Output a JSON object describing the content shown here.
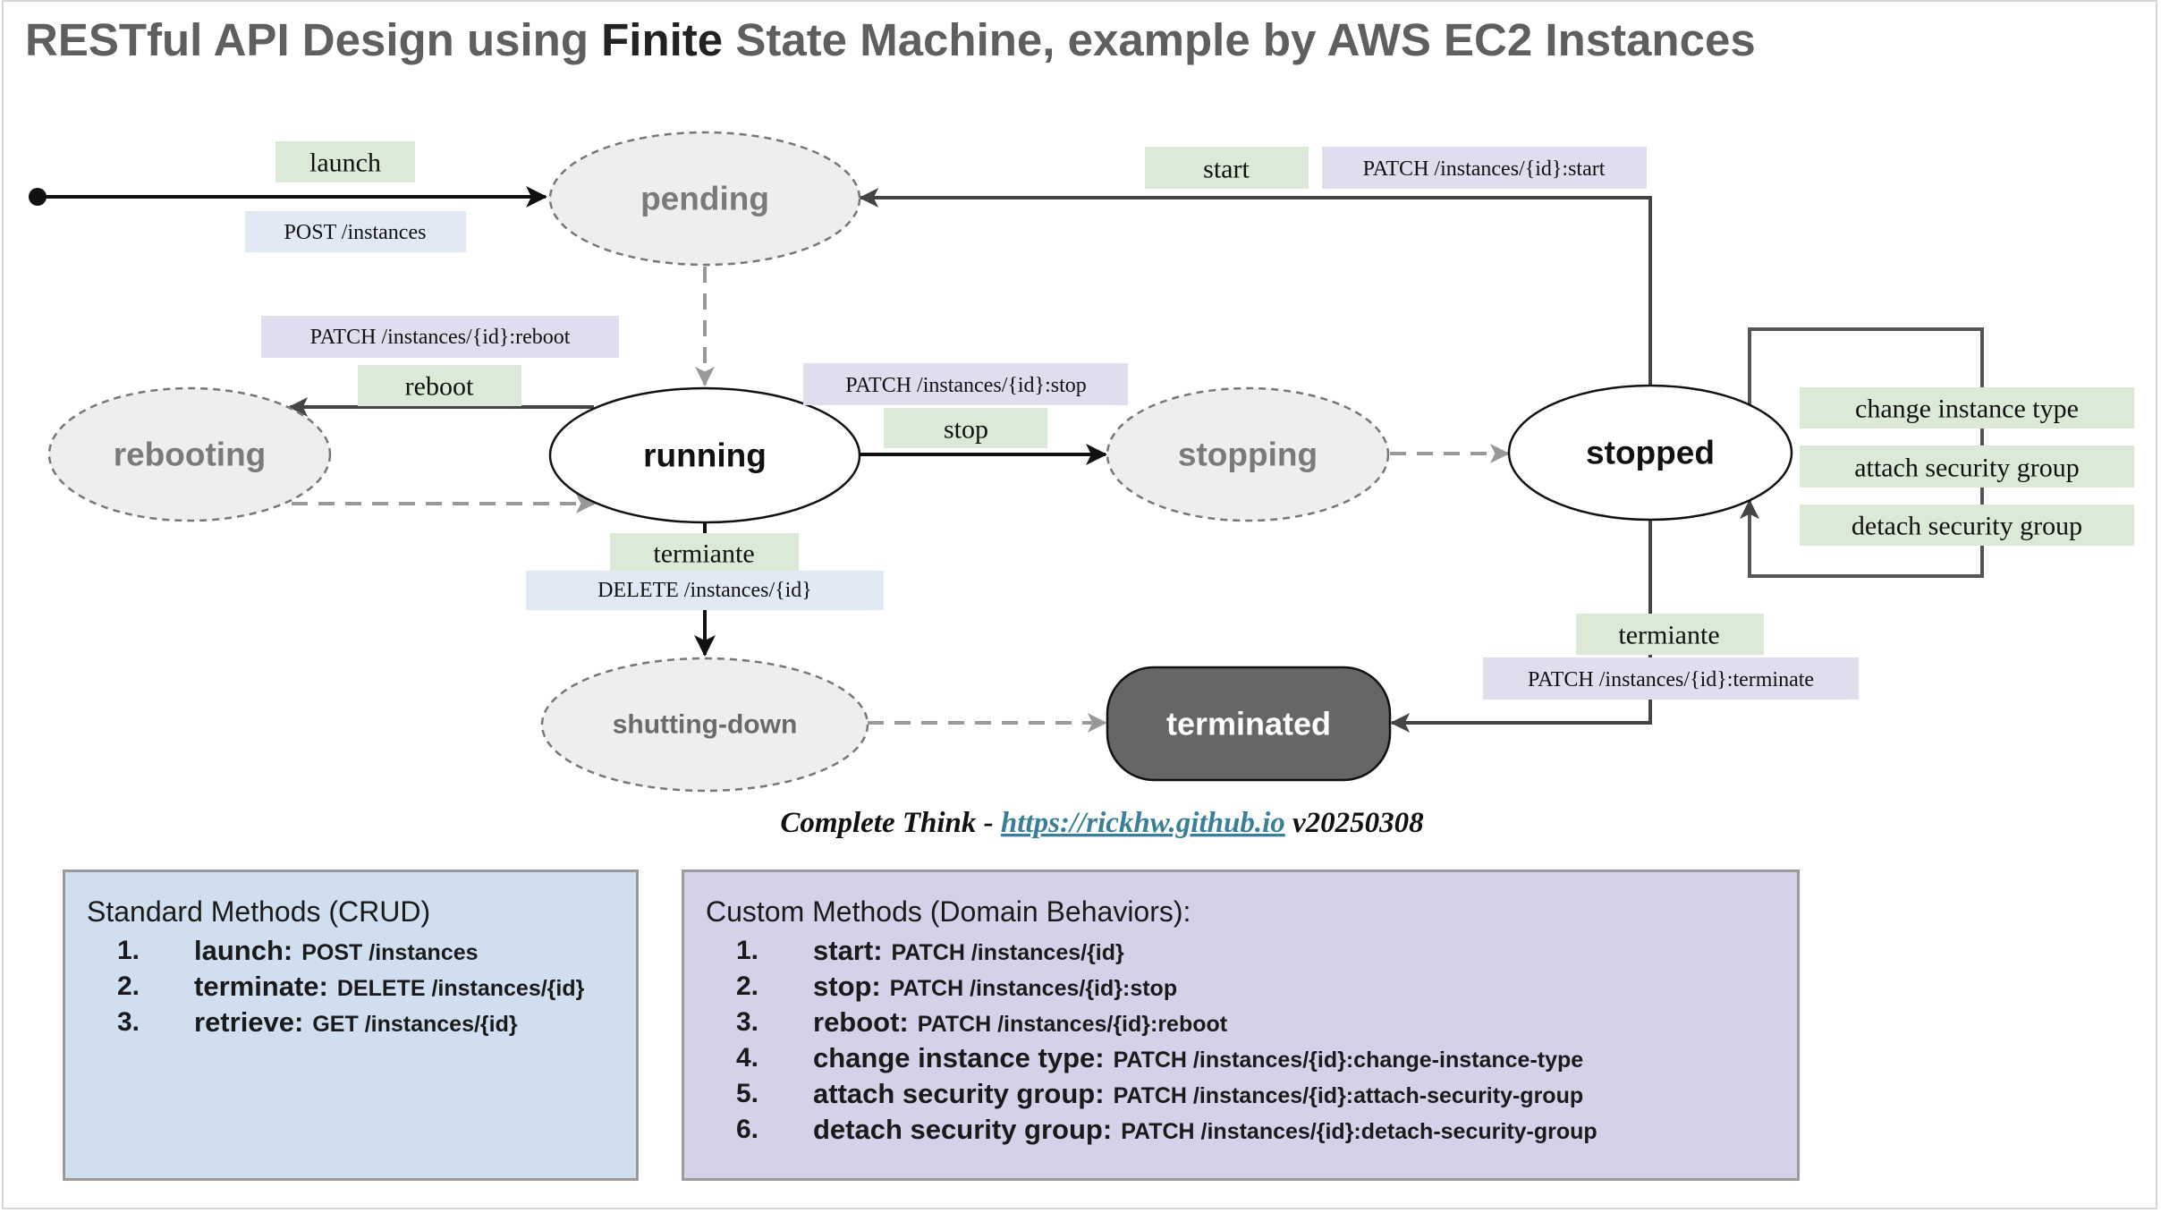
{
  "title": {
    "before": "RESTful API Design using ",
    "emphasis": "Finite",
    "after": " State Machine, example by AWS EC2 Instances"
  },
  "states": {
    "pending": "pending",
    "running": "running",
    "rebooting": "rebooting",
    "stopping": "stopping",
    "stopped": "stopped",
    "shutting_down": "shutting-down",
    "terminated": "terminated"
  },
  "transitions": {
    "launch": {
      "action": "launch",
      "endpoint": "POST /instances"
    },
    "reboot": {
      "action": "reboot",
      "endpoint": "PATCH /instances/{id}:reboot"
    },
    "stop": {
      "action": "stop",
      "endpoint": "PATCH /instances/{id}:stop"
    },
    "start": {
      "action": "start",
      "endpoint": "PATCH /instances/{id}:start"
    },
    "terminate_running": {
      "action": "termiante",
      "endpoint": "DELETE /instances/{id}"
    },
    "terminate_stopped": {
      "action": "termiante",
      "endpoint": "PATCH /instances/{id}:terminate"
    },
    "self_loop_actions": [
      "change instance type",
      "attach security group",
      "detach security group"
    ]
  },
  "credit": {
    "prefix": "Complete Think - ",
    "link": "https://rickhw.github.io",
    "version": " v20250308"
  },
  "standard_methods": {
    "heading": "Standard Methods (CRUD)",
    "items": [
      {
        "num": "1.",
        "name": "launch:",
        "path": "POST /instances"
      },
      {
        "num": "2.",
        "name": "terminate:",
        "path": "DELETE /instances/{id}"
      },
      {
        "num": "3.",
        "name": "retrieve:",
        "path": "GET /instances/{id}"
      }
    ]
  },
  "custom_methods": {
    "heading": "Custom Methods (Domain Behaviors):",
    "items": [
      {
        "num": "1.",
        "name": "start:",
        "path": "PATCH /instances/{id}"
      },
      {
        "num": "2.",
        "name": "stop:",
        "path": "PATCH /instances/{id}:stop"
      },
      {
        "num": "3.",
        "name": "reboot:",
        "path": "PATCH /instances/{id}:reboot"
      },
      {
        "num": "4.",
        "name": "change instance type:",
        "path": "PATCH /instances/{id}:change-instance-type"
      },
      {
        "num": "5.",
        "name": "attach security group:",
        "path": "PATCH /instances/{id}:attach-security-group"
      },
      {
        "num": "6.",
        "name": "detach security group:",
        "path": "PATCH /instances/{id}:detach-security-group"
      }
    ]
  },
  "colors": {
    "action_label_bg": "#dbead6",
    "post_delete_label_bg": "#e1eaf4",
    "patch_label_bg": "#e0ddee",
    "transient_state_fill": "#eeeeee",
    "terminated_fill": "#666666",
    "standard_panel_bg": "#cfdff0",
    "custom_panel_bg": "#d6d1e8"
  }
}
